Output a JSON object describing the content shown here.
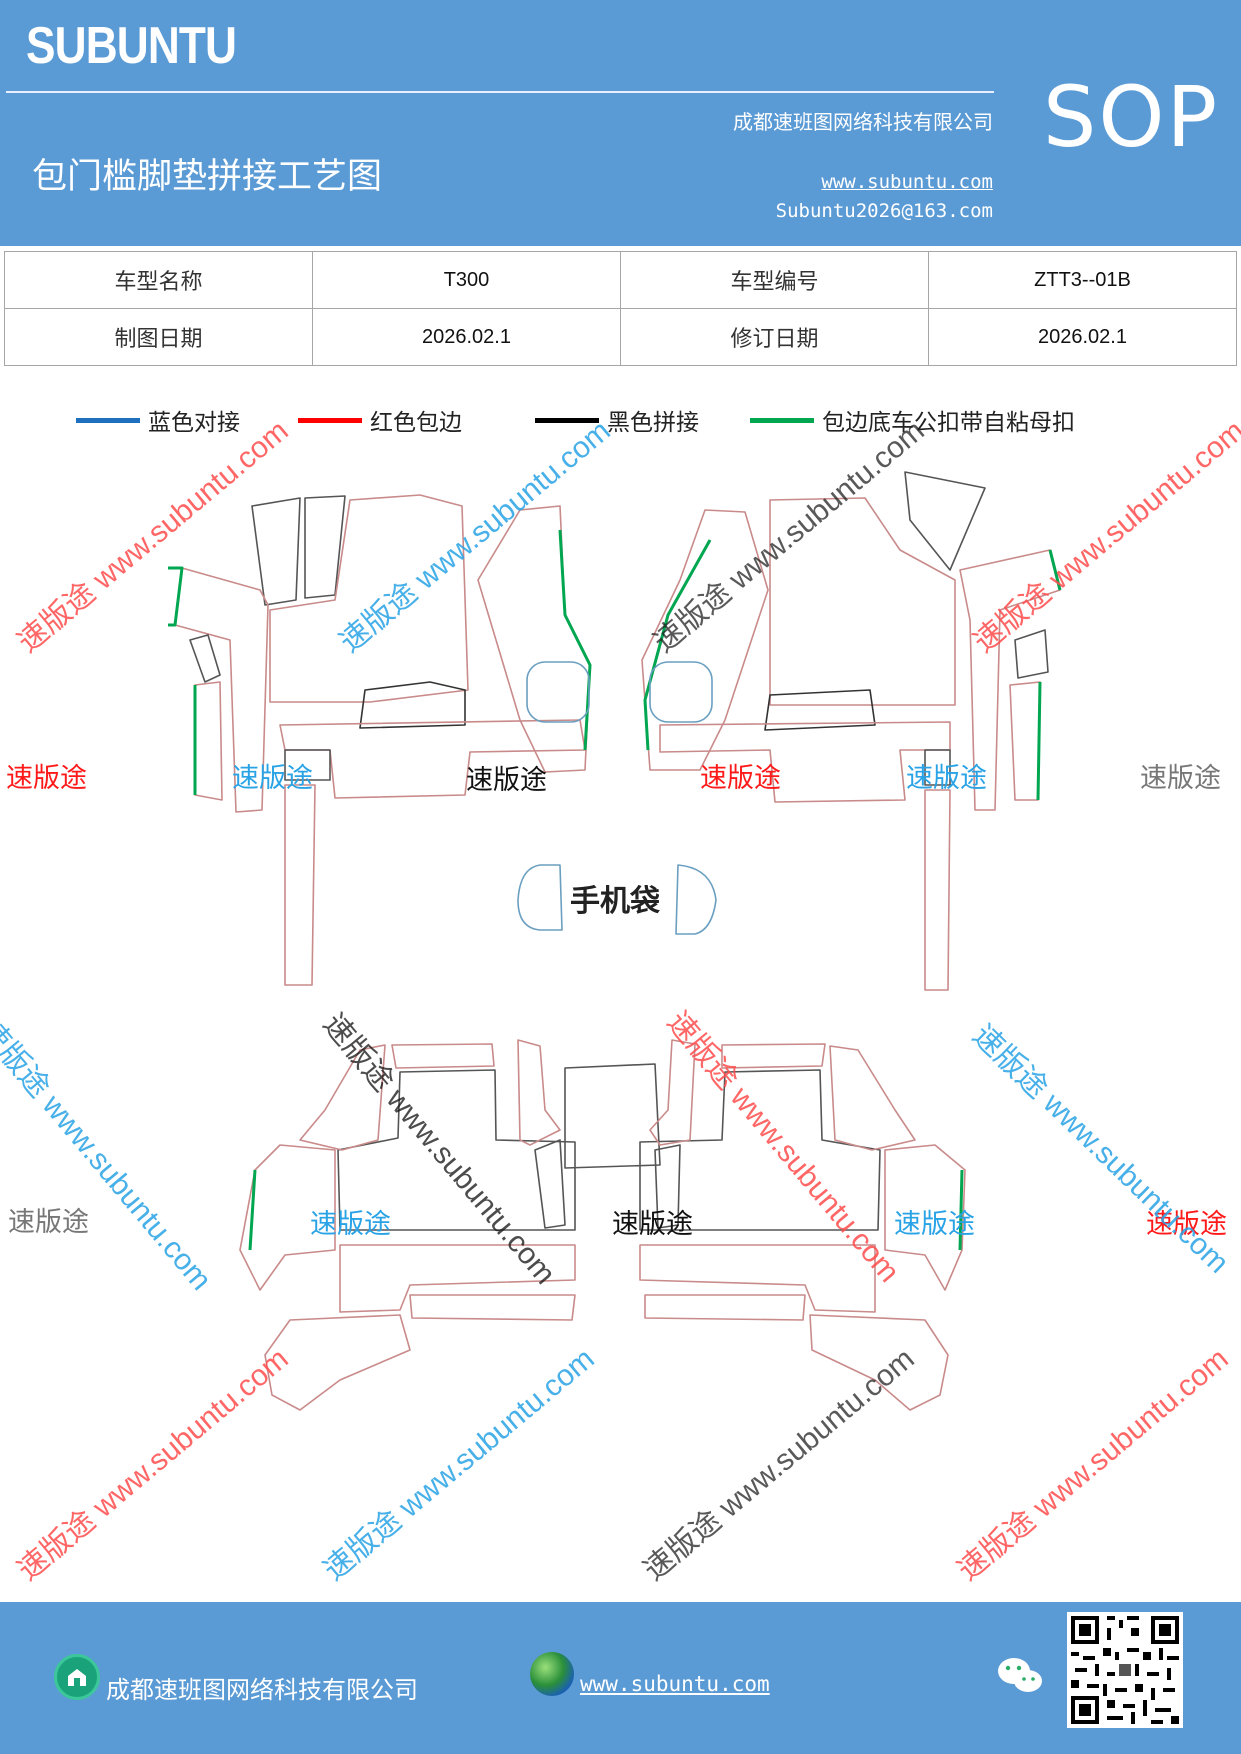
{
  "header": {
    "brand": "SUBUNTU",
    "sop": "SOP",
    "company": "成都速班图网络科技有限公司",
    "title": "包门槛脚垫拼接工艺图",
    "website": "www.subuntu.com",
    "email": "Subuntu2026@163.com"
  },
  "info": {
    "model_name_label": "车型名称",
    "model_name": "T300",
    "model_code_label": "车型编号",
    "model_code": "ZTT3--01B",
    "draw_date_label": "制图日期",
    "draw_date": "2026.02.1",
    "revise_date_label": "修订日期",
    "revise_date": "2026.02.1"
  },
  "legend": [
    {
      "label": "蓝色对接",
      "color": "#1f6fbf"
    },
    {
      "label": "红色包边",
      "color": "#ff0000"
    },
    {
      "label": "黑色拼接",
      "color": "#000000"
    },
    {
      "label": "包边底车公扣带自粘母扣",
      "color": "#00a650"
    }
  ],
  "diagram": {
    "phone_pocket_label": "手机袋"
  },
  "watermarks": {
    "brand_cn": "速版途",
    "diag_text": "速版途 www.subuntu.com",
    "url_text": "www.subuntu.com",
    "colors": {
      "red": "#ff4d4d",
      "blue": "#29a3e6",
      "black": "#222222",
      "gray": "#777777"
    }
  },
  "footer": {
    "company": "成都速班图网络科技有限公司",
    "website": "www.subuntu.com",
    "home_icon": "home-icon",
    "globe_icon": "globe-icon",
    "wechat_icon": "wechat-icon",
    "qr_icon": "qr-code-icon"
  }
}
